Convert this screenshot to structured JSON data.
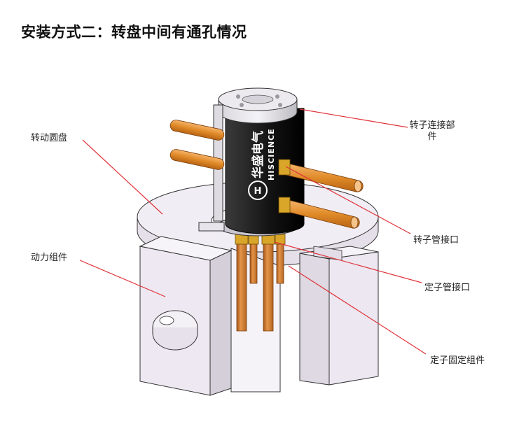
{
  "title": "安装方式二：转盘中间有通孔情况",
  "labels": {
    "rotating_disc": "转动圆盘",
    "power_assembly": "动力组件",
    "rotor_connector_line1": "转子连接部",
    "rotor_connector_line2": "件",
    "rotor_tube_port": "转子管接口",
    "stator_tube_port": "定子管接口",
    "stator_fixing_assembly": "定子固定组件"
  },
  "brand": {
    "chinese": "华盛电气",
    "latin": "HISCIENCE"
  },
  "colors": {
    "leader_line": "#e0333a",
    "body": "#f2eef6",
    "slip_ring": "#1c1c1c",
    "copper": "#e08a28",
    "brass": "#d9a62a"
  }
}
